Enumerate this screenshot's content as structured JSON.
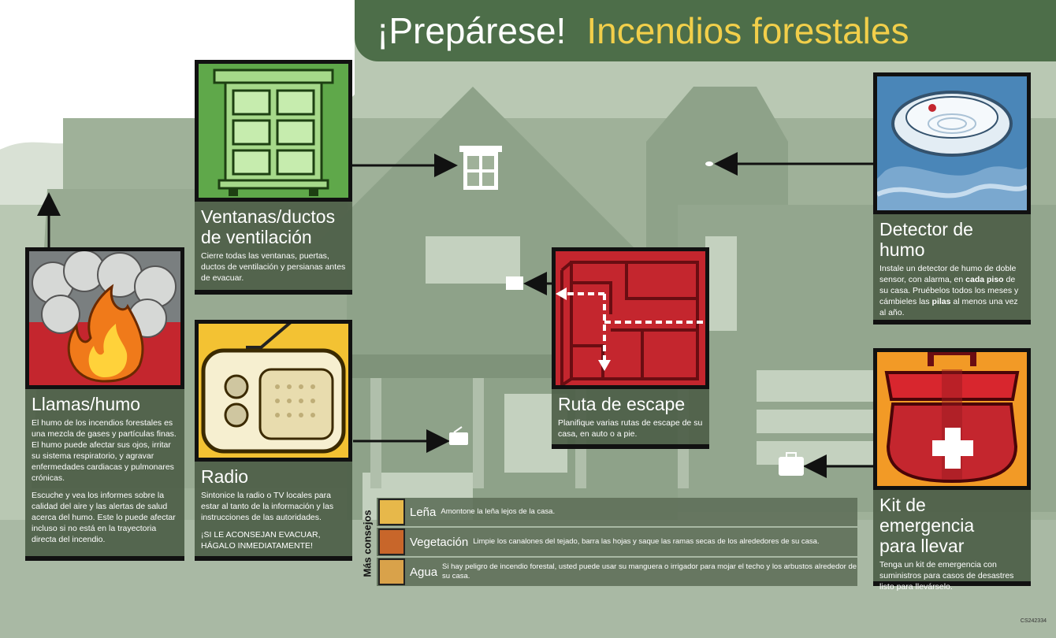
{
  "title": {
    "main": "¡Prepárese!",
    "sub": "Incendios forestales"
  },
  "colors": {
    "title_bar": "#4d6e49",
    "title_sub": "#f2cf4a",
    "background": "#b9c8b3",
    "panel": "#4d5e48",
    "green_frame": "#5fa84a",
    "yellow_frame": "#f3c233",
    "red_frame": "#c4262e",
    "blue_frame": "#4a86b8",
    "orange_frame": "#f29a26"
  },
  "sections": {
    "llamas": {
      "title": "Llamas/humo",
      "p1": "El humo de los incendios forestales es una mezcla de gases y partículas finas. El humo puede afectar sus ojos, irritar su sistema respiratorio, y agravar enfermedades cardiacas y pulmonares crónicas.",
      "p2": "Escuche y vea los informes sobre la calidad del aire y las alertas de salud acerca del humo. Este lo puede afectar incluso si no está en la trayectoria directa del incendio.",
      "icon": "fire-smoke-icon"
    },
    "ventanas": {
      "title_line1": "Ventanas/ductos",
      "title_line2": "de ventilación",
      "body": "Cierre todas las ventanas, puertas, ductos de ventilación y persianas antes de evacuar.",
      "icon": "window-icon"
    },
    "radio": {
      "title": "Radio",
      "body": "Sintonice la radio o TV locales para estar al tanto de la información y las instrucciones de las autoridades.",
      "warning": "¡SI LE ACONSEJAN EVACUAR, HÁGALO INMEDIATAMENTE!",
      "icon": "radio-icon"
    },
    "ruta": {
      "title": "Ruta de escape",
      "body": "Planifique varias rutas de escape de su casa, en auto o a pie.",
      "icon": "escape-route-map-icon"
    },
    "detector": {
      "title_line1": "Detector de",
      "title_line2": "humo",
      "body_pre": "Instale un detector de humo de doble sensor, con alarma, en ",
      "body_b1": "cada piso",
      "body_mid": " de su casa. Pruébelos todos los meses y cámbieles las ",
      "body_b2": "pilas",
      "body_post": " al menos una vez al año.",
      "icon": "smoke-detector-icon"
    },
    "kit": {
      "title_line1": "Kit de emergencia",
      "title_line2": "para llevar",
      "body": "Tenga un kit de emergencia con suministros para casos de desastres listo para llevárselo.",
      "icon": "first-aid-kit-icon"
    }
  },
  "tips": {
    "label": "Más consejos",
    "items": [
      {
        "title": "Leña",
        "body": "Amontone la leña lejos de la casa.",
        "icon": "firewood-icon"
      },
      {
        "title": "Vegetación",
        "body": "Limpie los canalones del tejado, barra las hojas y saque las ramas secas de los alrededores de su casa.",
        "icon": "leaves-icon"
      },
      {
        "title": "Agua",
        "body": "Si hay peligro de incendio forestal, usted puede usar su manguera o irrigador para mojar el techo y los arbustos alrededor de su casa.",
        "icon": "water-hose-icon"
      }
    ]
  },
  "code": "CS242334"
}
